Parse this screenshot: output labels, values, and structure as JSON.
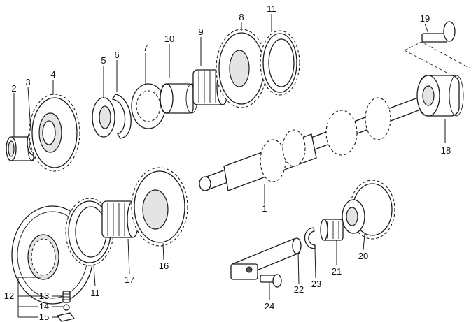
{
  "callouts": {
    "p1": "1",
    "p2": "2",
    "p3": "3",
    "p4": "4",
    "p5": "5",
    "p6": "6",
    "p7": "7",
    "p8": "8",
    "p9": "9",
    "p10": "10",
    "p11a": "11",
    "p11b": "11",
    "p12": "12",
    "p13": "13",
    "p14": "14",
    "p15": "15",
    "p16": "16",
    "p17": "17",
    "p18": "18",
    "p19": "19",
    "p20": "20",
    "p21": "21",
    "p22": "22",
    "p23": "23",
    "p24": "24"
  }
}
